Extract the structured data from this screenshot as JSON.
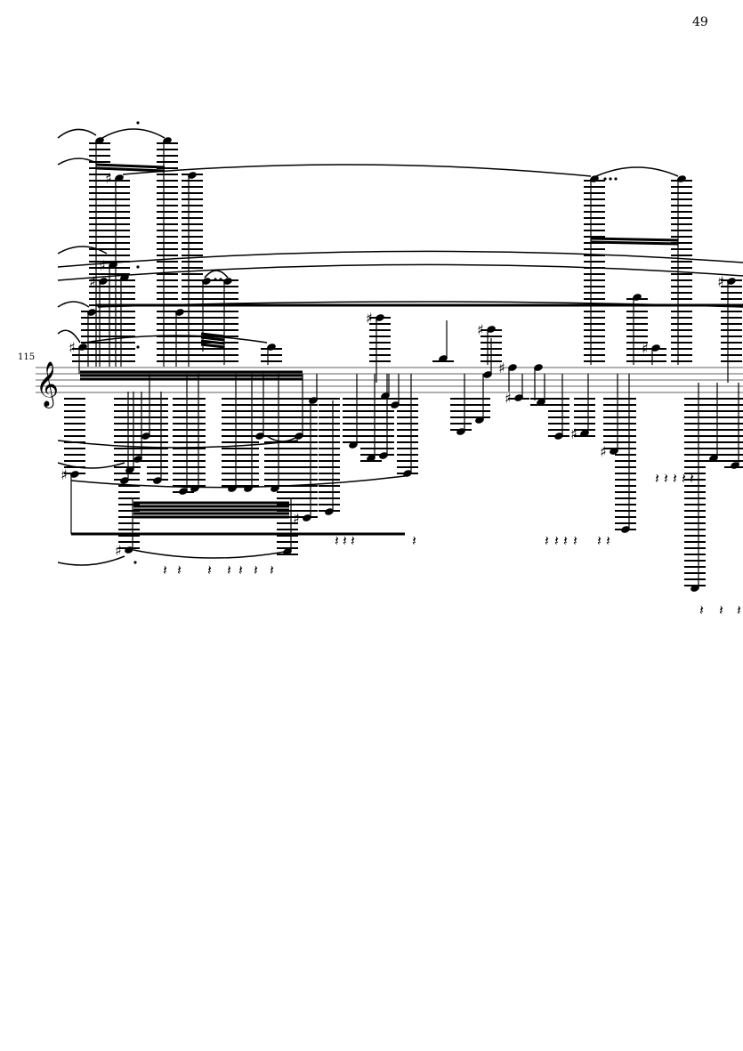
{
  "page": {
    "number": "49"
  },
  "score": {
    "measure_number": "115",
    "clef": "treble",
    "clef_glyph": "𝄞",
    "accidental_glyph": "♯",
    "rest_glyph": "𝄽",
    "ink_color": "#000000",
    "staff_color": "#7f7f7f"
  }
}
